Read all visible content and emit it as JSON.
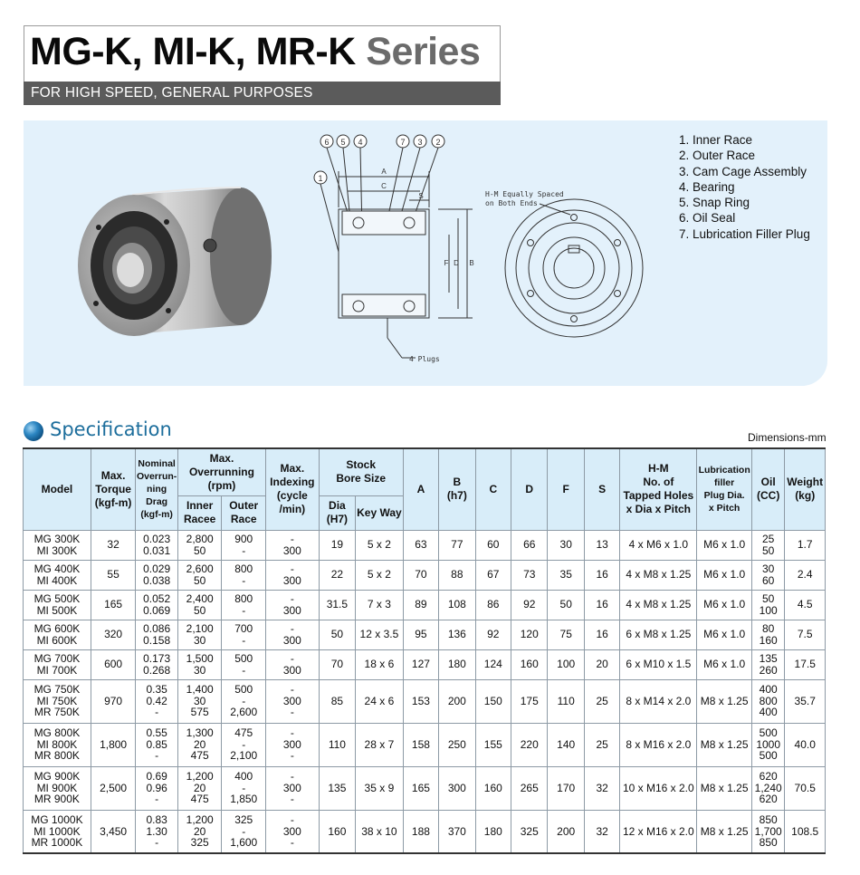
{
  "header": {
    "title_main": "MG-K, MI-K, MR-K",
    "title_series": "Series",
    "subtitle": "FOR HIGH SPEED, GENERAL PURPOSES"
  },
  "diagram": {
    "callouts_top": [
      "6",
      "5",
      "4",
      "7",
      "3",
      "2"
    ],
    "callout_left": "1",
    "dimension_labels": [
      "A",
      "C",
      "S",
      "F",
      "D",
      "B"
    ],
    "hm_note_line1": "H-M Equally Spaced",
    "hm_note_line2": "on Both Ends",
    "plugs_note": "4 Plugs"
  },
  "legend": [
    "1. Inner Race",
    "2. Outer Race",
    "3. Cam Cage Assembly",
    "4. Bearing",
    "5. Snap Ring",
    "6. Oil Seal",
    "7. Lubrication Filler Plug"
  ],
  "spec": {
    "title": "Specification",
    "dimensions_note": "Dimensions-mm",
    "headers": {
      "model": "Model",
      "max_torque": "Max.\nTorque\n(kgf-m)",
      "nominal_drag": "Nominal\nOverrun-\nning Drag\n(kgf-m)",
      "max_overrunning": "Max.\nOverrunning\n(rpm)",
      "inner_race": "Inner\nRacee",
      "outer_race": "Outer\nRace",
      "max_indexing": "Max.\nIndexing\n(cycle\n/min)",
      "stock_bore": "Stock\nBore Size",
      "dia": "Dia\n(H7)",
      "key_way": "Key Way",
      "a": "A",
      "b": "B\n(h7)",
      "c": "C",
      "d": "D",
      "f": "F",
      "s": "S",
      "hm": "H-M\nNo. of\nTapped Holes\nx Dia x Pitch",
      "lub": "Lubrication\nfiller\nPlug Dia.\nx Pitch",
      "oil": "Oil\n(CC)",
      "weight": "Weight\n(kg)"
    },
    "rows": [
      {
        "model": "MG 300K\nMI 300K",
        "torque": "32",
        "drag": "0.023\n0.031",
        "inner": "2,800\n50",
        "outer": "900\n-",
        "indexing": "-\n300",
        "dia": "19",
        "keyway": "5 x 2",
        "a": "63",
        "b": "77",
        "c": "60",
        "d": "66",
        "f": "30",
        "s": "13",
        "hm": "4 x M6 x 1.0",
        "lub": "M6 x 1.0",
        "oil": "25\n50",
        "weight": "1.7"
      },
      {
        "model": "MG 400K\nMI 400K",
        "torque": "55",
        "drag": "0.029\n0.038",
        "inner": "2,600\n50",
        "outer": "800\n-",
        "indexing": "-\n300",
        "dia": "22",
        "keyway": "5 x 2",
        "a": "70",
        "b": "88",
        "c": "67",
        "d": "73",
        "f": "35",
        "s": "16",
        "hm": "4 x M8 x 1.25",
        "lub": "M6 x 1.0",
        "oil": "30\n60",
        "weight": "2.4"
      },
      {
        "model": "MG 500K\nMI 500K",
        "torque": "165",
        "drag": "0.052\n0.069",
        "inner": "2,400\n50",
        "outer": "800\n-",
        "indexing": "-\n300",
        "dia": "31.5",
        "keyway": "7 x 3",
        "a": "89",
        "b": "108",
        "c": "86",
        "d": "92",
        "f": "50",
        "s": "16",
        "hm": "4 x M8 x 1.25",
        "lub": "M6 x 1.0",
        "oil": "50\n100",
        "weight": "4.5"
      },
      {
        "model": "MG 600K\nMI 600K",
        "torque": "320",
        "drag": "0.086\n0.158",
        "inner": "2,100\n30",
        "outer": "700\n-",
        "indexing": "-\n300",
        "dia": "50",
        "keyway": "12 x 3.5",
        "a": "95",
        "b": "136",
        "c": "92",
        "d": "120",
        "f": "75",
        "s": "16",
        "hm": "6 x M8 x 1.25",
        "lub": "M6 x 1.0",
        "oil": "80\n160",
        "weight": "7.5"
      },
      {
        "model": "MG 700K\nMI 700K",
        "torque": "600",
        "drag": "0.173\n0.268",
        "inner": "1,500\n30",
        "outer": "500\n-",
        "indexing": "-\n300",
        "dia": "70",
        "keyway": "18 x 6",
        "a": "127",
        "b": "180",
        "c": "124",
        "d": "160",
        "f": "100",
        "s": "20",
        "hm": "6 x M10 x 1.5",
        "lub": "M6 x 1.0",
        "oil": "135\n260",
        "weight": "17.5"
      },
      {
        "model": "MG 750K\nMI 750K\nMR 750K",
        "torque": "970",
        "drag": "0.35\n0.42\n-",
        "inner": "1,400\n30\n575",
        "outer": "500\n-\n2,600",
        "indexing": "-\n300\n-",
        "dia": "85",
        "keyway": "24 x 6",
        "a": "153",
        "b": "200",
        "c": "150",
        "d": "175",
        "f": "110",
        "s": "25",
        "hm": "8 x M14 x 2.0",
        "lub": "M8 x 1.25",
        "oil": "400\n800\n400",
        "weight": "35.7"
      },
      {
        "model": "MG 800K\nMI 800K\nMR 800K",
        "torque": "1,800",
        "drag": "0.55\n0.85\n-",
        "inner": "1,300\n20\n475",
        "outer": "475\n-\n2,100",
        "indexing": "-\n300\n-",
        "dia": "110",
        "keyway": "28 x 7",
        "a": "158",
        "b": "250",
        "c": "155",
        "d": "220",
        "f": "140",
        "s": "25",
        "hm": "8 x M16 x 2.0",
        "lub": "M8 x 1.25",
        "oil": "500\n1000\n500",
        "weight": "40.0"
      },
      {
        "model": "MG 900K\nMI 900K\nMR 900K",
        "torque": "2,500",
        "drag": "0.69\n0.96\n-",
        "inner": "1,200\n20\n475",
        "outer": "400\n-\n1,850",
        "indexing": "-\n300\n-",
        "dia": "135",
        "keyway": "35 x 9",
        "a": "165",
        "b": "300",
        "c": "160",
        "d": "265",
        "f": "170",
        "s": "32",
        "hm": "10 x M16 x 2.0",
        "lub": "M8 x 1.25",
        "oil": "620\n1,240\n620",
        "weight": "70.5"
      },
      {
        "model": "MG 1000K\nMI 1000K\nMR 1000K",
        "torque": "3,450",
        "drag": "0.83\n1.30\n-",
        "inner": "1,200\n20\n325",
        "outer": "325\n-\n1,600",
        "indexing": "-\n300\n-",
        "dia": "160",
        "keyway": "38 x 10",
        "a": "188",
        "b": "370",
        "c": "180",
        "d": "325",
        "f": "200",
        "s": "32",
        "hm": "12 x M16 x 2.0",
        "lub": "M8 x 1.25",
        "oil": "850\n1,700\n850",
        "weight": "108.5"
      }
    ]
  }
}
